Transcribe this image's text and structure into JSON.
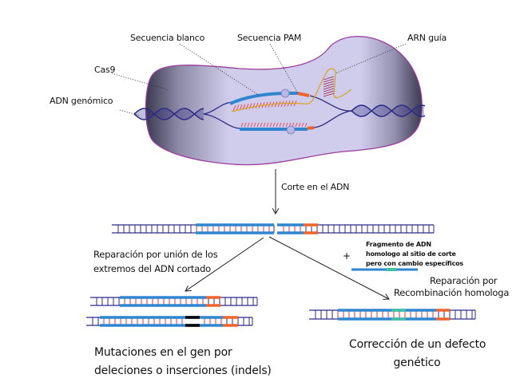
{
  "labels": {
    "secuencia_blanco": "Secuencia blanco",
    "secuencia_pam": "Secuencia PAM",
    "arn_guia": "ARN guía",
    "cas9": "Cas9",
    "adn_genomico": "ADN genómico",
    "corte": "Corte en el ADN",
    "nhej_line1": "Reparación por unión de los",
    "nhej_line2": "extremos  del ADN cortado",
    "plus": "+",
    "fragment_line1": "Fragmento de ADN",
    "fragment_line2": "homologo al sitio de corte",
    "fragment_line3": "pero con cambio específicos",
    "hr_line1": "Reparación por",
    "hr_line2": "Recombinación homologa",
    "outcome_left_line1": "Mutaciones en el gen por",
    "outcome_left_line2": "deleciones o inserciones (indels)",
    "outcome_right_line1": "Corrección de un defecto",
    "outcome_right_line2": "genético"
  },
  "colors": {
    "cas9_fill": "#c9c6e6",
    "cas9_outline": "#9b3d9b",
    "dna_strand": "#2e2a86",
    "target_strand": "#2f86d0",
    "pam": "#f0642a",
    "guide_rna": "#d9a21e",
    "base_pair": "#e8303a",
    "donor_change": "#40c0a0",
    "indel": "#000000"
  }
}
